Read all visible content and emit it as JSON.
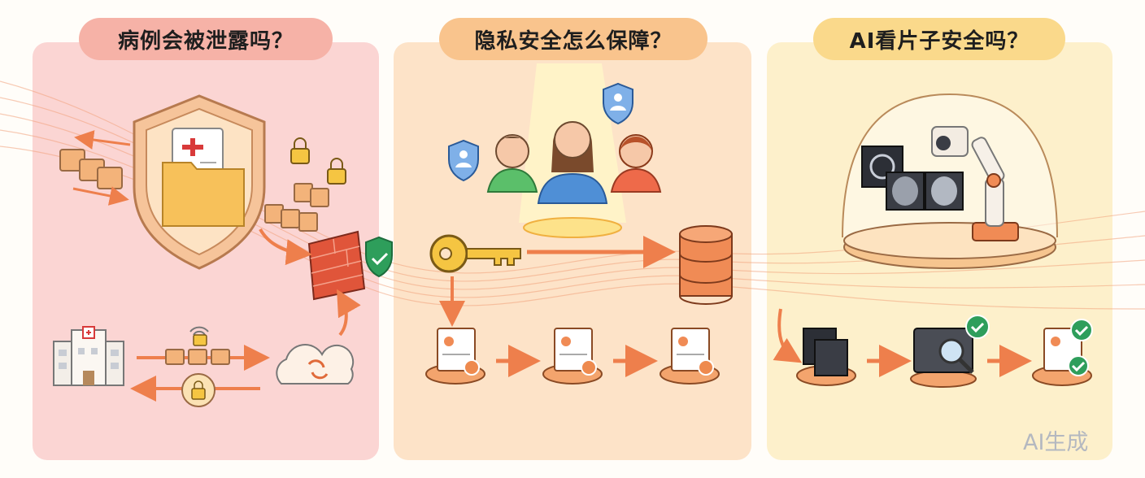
{
  "panels": [
    {
      "title": "病例会被泄露吗？"
    },
    {
      "title": "隐私安全怎么保障？"
    },
    {
      "title": "AI看片子安全吗？"
    }
  ],
  "watermark": "AI生成",
  "colors": {
    "panel1": "#fbd5d3",
    "panel2": "#fde3c8",
    "panel3": "#fdf0cb",
    "pill1": "#f6b2a7",
    "pill2": "#f9c48d",
    "pill3": "#fad98b",
    "accent": "#f08b55",
    "check": "#2e9e5b"
  }
}
